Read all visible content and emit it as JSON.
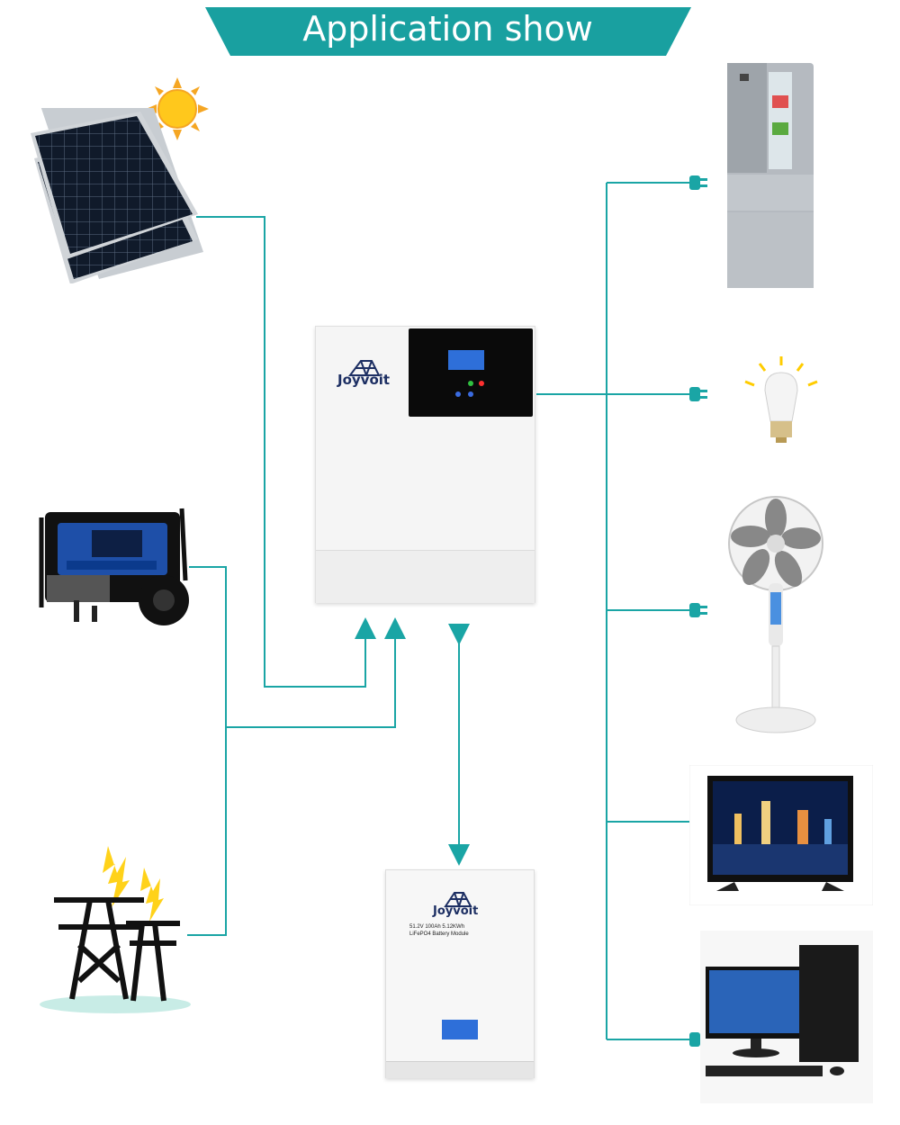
{
  "banner": {
    "title": "Application show"
  },
  "inverter": {
    "brand": "Joyvoit"
  },
  "battery": {
    "brand": "Joyvoit",
    "spec_line1": "51.2V 100Ah 5.12KWh",
    "spec_line2": "LiFePO4 Battery Module"
  },
  "sources": [
    "solar panels",
    "generator",
    "power grid"
  ],
  "loads": [
    "refrigerator",
    "light bulb",
    "electric fan",
    "television",
    "computer"
  ],
  "colors": {
    "accent": "#1aa5a5",
    "banner": "#19a0a0",
    "navy": "#1d2f63"
  }
}
